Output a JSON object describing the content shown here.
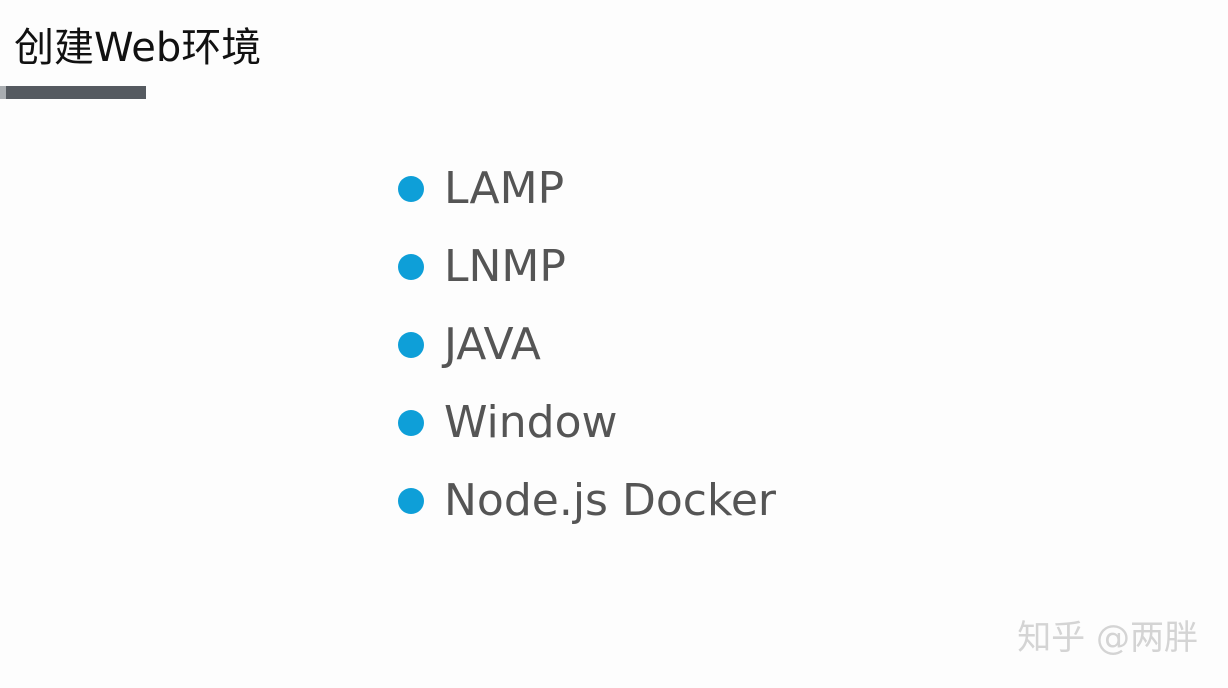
{
  "slide": {
    "title": "创建Web环境",
    "bullets": [
      {
        "label": "LAMP"
      },
      {
        "label": "LNMP"
      },
      {
        "label": "JAVA"
      },
      {
        "label": "Window"
      },
      {
        "label": "Node.js Docker"
      }
    ]
  },
  "watermark": {
    "text": "知乎 @两胖"
  },
  "colors": {
    "bullet": "#0e9fd8",
    "title_bar": "#555a60",
    "text": "#555555"
  }
}
